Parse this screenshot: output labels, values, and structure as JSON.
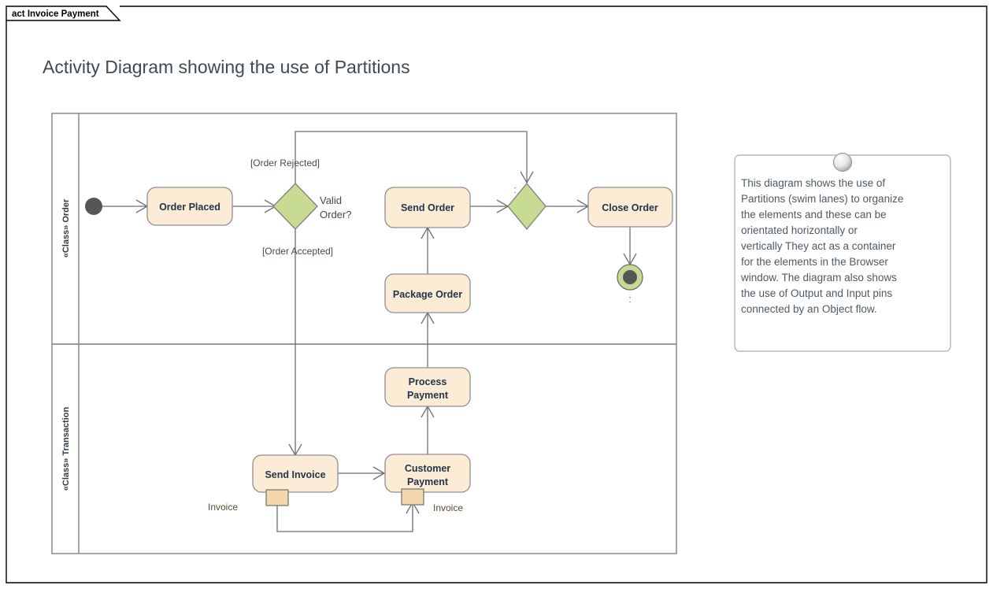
{
  "frame": {
    "tab_label": "act Invoice Payment"
  },
  "title": "Activity Diagram showing the use of Partitions",
  "lanes": [
    {
      "label": "«Class» Order"
    },
    {
      "label": "«Class» Transaction"
    }
  ],
  "nodes": {
    "initial": {
      "name": "initial-node"
    },
    "order_placed": {
      "label": "Order Placed"
    },
    "valid_order": {
      "label": "Valid Order?"
    },
    "send_order": {
      "label": "Send Order"
    },
    "package_order": {
      "label": "Package Order"
    },
    "close_order": {
      "label": "Close Order"
    },
    "merge": {
      "label": ":"
    },
    "final": {
      "label": ":"
    },
    "process_payment_line1": {
      "label": "Process"
    },
    "process_payment_line2": {
      "label": "Payment"
    },
    "send_invoice": {
      "label": "Send Invoice"
    },
    "customer_payment_line1": {
      "label": "Customer"
    },
    "customer_payment_line2": {
      "label": "Payment"
    }
  },
  "guards": {
    "rejected": "[Order Rejected]",
    "accepted": "[Order Accepted]"
  },
  "pins": {
    "output_invoice": "Invoice",
    "input_invoice": "Invoice"
  },
  "note": {
    "lines": [
      "This diagram shows the use of",
      "Partitions (swim lanes) to organize",
      "the elements and these can be",
      "orientated horizontally or",
      "vertically  They act as a container",
      "for the elements in the Browser",
      "window. The diagram also shows",
      "the use of Output and Input pins",
      "connected by an Object flow."
    ]
  },
  "colors": {
    "activity_fill": "#fcecd5",
    "decision_fill": "#c7dc92",
    "pin_fill": "#f2d8ac",
    "line": "#6e6e6e",
    "lane_border": "#8a8a8a",
    "text": "#3f4a54"
  }
}
